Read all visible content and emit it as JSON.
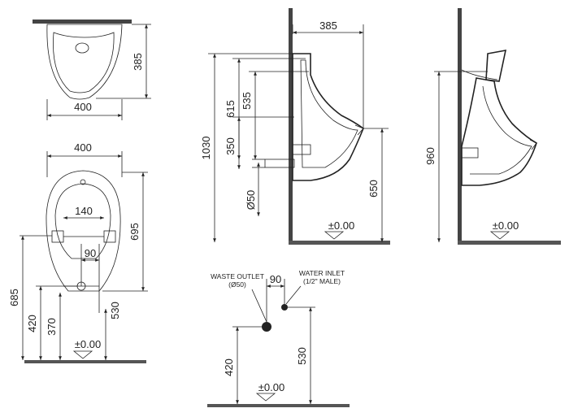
{
  "top_view": {
    "width_dim": "400",
    "depth_dim": "385"
  },
  "front_view": {
    "width_dim": "400",
    "inner_dim": "140",
    "offset_dim": "90",
    "height_dim": "695",
    "overall_dim": "685",
    "h420": "420",
    "h370": "370",
    "h530": "530",
    "floor": "±0.00"
  },
  "side_view": {
    "depth_dim": "385",
    "h1030": "1030",
    "h615": "615",
    "h535": "535",
    "h350": "350",
    "pipe_dim": "Ø50",
    "h650": "650",
    "floor": "±0.00"
  },
  "side_view_2": {
    "h960": "960",
    "floor": "±0.00"
  },
  "connections_view": {
    "waste_label": "WASTE OUTLET",
    "waste_sub": "(Ø50)",
    "water_label": "WATER INLET",
    "water_sub": "(1/2\" MALE)",
    "offset_dim": "90",
    "h420": "420",
    "h530": "530",
    "floor": "±0.00"
  }
}
